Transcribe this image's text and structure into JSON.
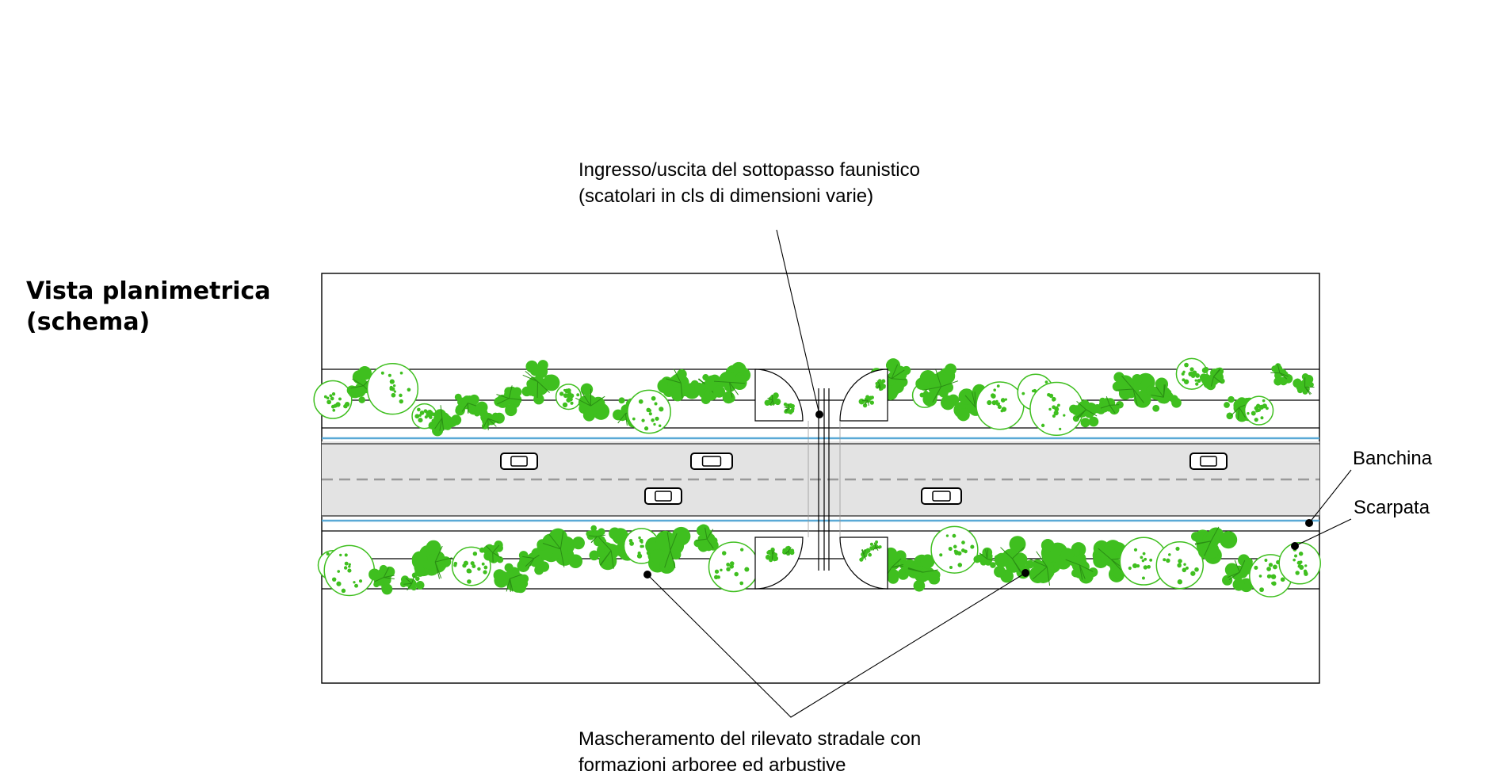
{
  "title": {
    "line1": "Vista planimetrica",
    "line2": "(schema)"
  },
  "labels": {
    "underpass": {
      "line1": "Ingresso/uscita del sottopasso faunistico",
      "line2": "(scatolari in cls di dimensioni varie)"
    },
    "banchina": "Banchina",
    "scarpata": "Scarpata",
    "masking": {
      "line1": "Mascheramento del rilevato stradale con",
      "line2": "formazioni arboree ed arbustive"
    }
  },
  "colors": {
    "vegetation": "#3fbf1f",
    "vegetation_dark": "#2a8f14",
    "road": "#e3e3e3",
    "edge_line": "#5aa9d6",
    "center_line": "#9a9a9a",
    "ink": "#000000"
  },
  "icons": [
    "car-icon",
    "tree-icon",
    "shrub-icon"
  ]
}
